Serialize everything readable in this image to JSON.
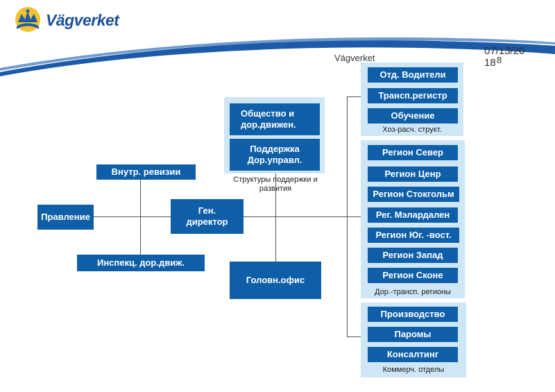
{
  "header": {
    "logo_text": "Vägverket",
    "small_text": "Vägverket",
    "date": "07/13/2018",
    "page_number": "8"
  },
  "chart": {
    "governance": {
      "board": "Правление",
      "internal_audit": "Внутр. ревизии",
      "traffic_inspection": "Инспекц. дор.движ.",
      "director_general": "Ген. директор",
      "head_office": "Головн.офис"
    },
    "support": {
      "caption": "Структуры поддержки и развития",
      "items": [
        "Общество и дор.движен.",
        "Поддержка Дор.управл."
      ]
    },
    "self_financing": {
      "caption": "Хоз-расч. структ.",
      "items": [
        "Отд. Водители",
        "Трансп.регистр",
        "Обучение"
      ]
    },
    "regions": {
      "caption": "Дор.-трансп. регионы",
      "items": [
        "Регион Север",
        "Регион Ценр",
        "Регион Стокгольм",
        "Рег. Мэлардален",
        "Регион Юг. -вост.",
        "Регион Запад",
        "Регион Сконе"
      ]
    },
    "commercial": {
      "caption": "Коммерч. отделы",
      "items": [
        "Производство",
        "Паромы",
        "Консалтинг"
      ]
    }
  },
  "colors": {
    "box_blue": "#0f5fa8",
    "panel_light_blue": "#cfe6f7",
    "logo_blue": "#1b4f9c",
    "swoosh_blue": "#1d5aa8"
  },
  "icons": [
    "crown-logo-icon"
  ]
}
